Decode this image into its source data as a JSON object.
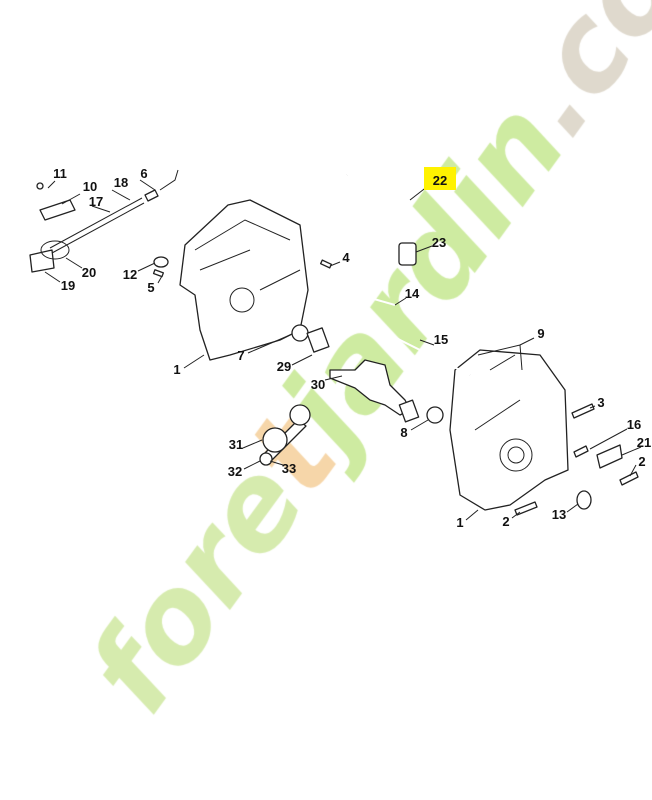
{
  "diagram": {
    "highlight_color": "#fff200",
    "callouts": [
      {
        "id": "11",
        "highlighted": false
      },
      {
        "id": "10",
        "highlighted": false
      },
      {
        "id": "18",
        "highlighted": false
      },
      {
        "id": "6",
        "highlighted": false
      },
      {
        "id": "17",
        "highlighted": false
      },
      {
        "id": "20",
        "highlighted": false
      },
      {
        "id": "19",
        "highlighted": false
      },
      {
        "id": "12",
        "highlighted": false
      },
      {
        "id": "5",
        "highlighted": false
      },
      {
        "id": "4",
        "highlighted": false
      },
      {
        "id": "22",
        "highlighted": true
      },
      {
        "id": "23",
        "highlighted": false
      },
      {
        "id": "14",
        "highlighted": false
      },
      {
        "id": "15",
        "highlighted": false
      },
      {
        "id": "9",
        "highlighted": false
      },
      {
        "id": "1",
        "highlighted": false
      },
      {
        "id": "7",
        "highlighted": false
      },
      {
        "id": "29",
        "highlighted": false
      },
      {
        "id": "30",
        "highlighted": false
      },
      {
        "id": "3",
        "highlighted": false
      },
      {
        "id": "16",
        "highlighted": false
      },
      {
        "id": "21",
        "highlighted": false
      },
      {
        "id": "2",
        "highlighted": false
      },
      {
        "id": "8",
        "highlighted": false
      },
      {
        "id": "31",
        "highlighted": false
      },
      {
        "id": "32",
        "highlighted": false
      },
      {
        "id": "33",
        "highlighted": false
      },
      {
        "id": "1",
        "highlighted": false
      },
      {
        "id": "2",
        "highlighted": false
      },
      {
        "id": "13",
        "highlighted": false
      }
    ]
  },
  "watermark": {
    "parts": [
      {
        "text": "fore",
        "color": "#cfe8a0"
      },
      {
        "text": "t",
        "color": "#f5cf9a"
      },
      {
        "text": "jardin",
        "color": "#c5e890"
      },
      {
        "text": ".com",
        "color": "#d9d2c4"
      }
    ]
  }
}
